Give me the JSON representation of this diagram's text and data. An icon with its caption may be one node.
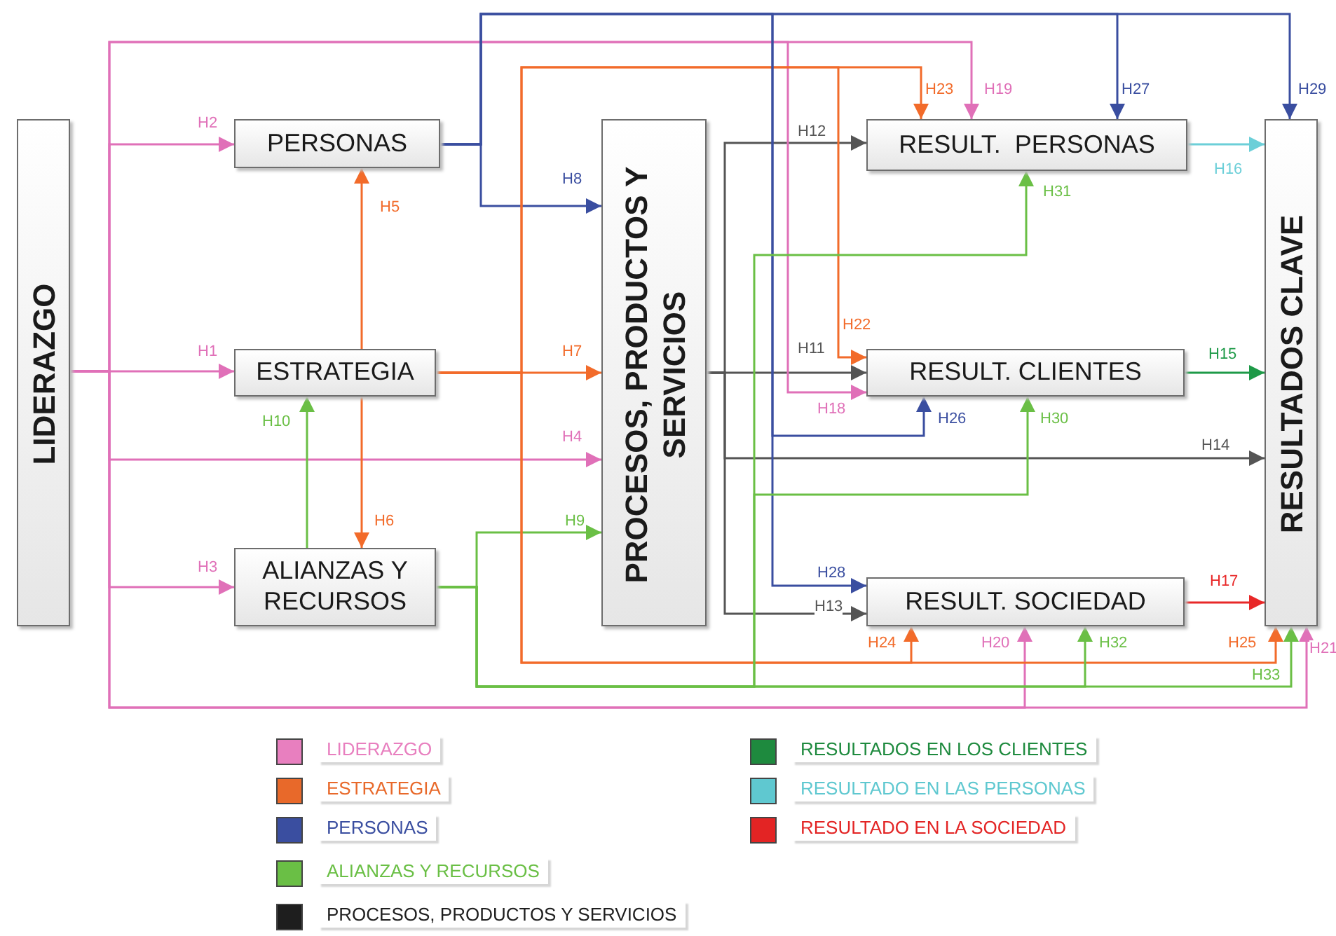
{
  "diagram": {
    "nodes": [
      {
        "text": [
          "LIDERAZGO"
        ]
      },
      {
        "text": [
          "PERSONAS"
        ]
      },
      {
        "text": [
          "ESTRATEGIA"
        ]
      },
      {
        "text": [
          "ALIANZAS Y RECURSOS"
        ]
      },
      {
        "text": [
          "PROCESOS, PRODUCTOS Y SERVICIOS"
        ]
      },
      {
        "text": [
          "RESULT.  PERSONAS"
        ]
      },
      {
        "text": [
          "RESULT. CLIENTES"
        ]
      },
      {
        "text": [
          "RESULT. SOCIEDAD"
        ]
      },
      {
        "text": [
          "RESULTADOS CLAVE"
        ]
      }
    ],
    "edges": [
      {
        "from": 0,
        "to": 2,
        "arrow": "to",
        "label": "H1",
        "color": "#e070b8"
      },
      {
        "from": 0,
        "to": 1,
        "arrow": "to",
        "label": "H2",
        "color": "#e070b8"
      },
      {
        "from": 0,
        "to": 3,
        "arrow": "to",
        "label": "H3",
        "color": "#e070b8"
      },
      {
        "from": 0,
        "to": 4,
        "arrow": "to",
        "label": "H4",
        "color": "#e070b8"
      },
      {
        "from": 2,
        "to": 1,
        "arrow": "to",
        "label": "H5",
        "color": "#f26b2a"
      },
      {
        "from": 2,
        "to": 3,
        "arrow": "to",
        "label": "H6",
        "color": "#f26b2a"
      },
      {
        "from": 2,
        "to": 4,
        "arrow": "to",
        "label": "H7",
        "color": "#f26b2a"
      },
      {
        "from": 1,
        "to": 4,
        "arrow": "to",
        "label": "H8",
        "color": "#3a4ea0"
      },
      {
        "from": 3,
        "to": 4,
        "arrow": "to",
        "label": "H9",
        "color": "#6abf45"
      },
      {
        "from": 3,
        "to": 2,
        "arrow": "to",
        "label": "H10",
        "color": "#6abf45"
      },
      {
        "from": 4,
        "to": 6,
        "arrow": "to",
        "label": "H11",
        "color": "#555555"
      },
      {
        "from": 4,
        "to": 5,
        "arrow": "to",
        "label": "H12",
        "color": "#555555"
      },
      {
        "from": 4,
        "to": 7,
        "arrow": "to",
        "label": "H13",
        "color": "#555555"
      },
      {
        "from": 4,
        "to": 8,
        "arrow": "to",
        "label": "H14",
        "color": "#555555"
      },
      {
        "from": 6,
        "to": 8,
        "arrow": "to",
        "label": "H15",
        "color": "#1e9a48"
      },
      {
        "from": 5,
        "to": 8,
        "arrow": "to",
        "label": "H16",
        "color": "#6ccfd8"
      },
      {
        "from": 7,
        "to": 8,
        "arrow": "to",
        "label": "H17",
        "color": "#e82828"
      },
      {
        "from": 0,
        "to": 6,
        "arrow": "to",
        "label": "H18",
        "color": "#e070b8"
      },
      {
        "from": 0,
        "to": 5,
        "arrow": "to",
        "label": "H19",
        "color": "#e070b8"
      },
      {
        "from": 0,
        "to": 7,
        "arrow": "to",
        "label": "H20",
        "color": "#e070b8"
      },
      {
        "from": 0,
        "to": 8,
        "arrow": "to",
        "label": "H21",
        "color": "#e070b8"
      },
      {
        "from": 2,
        "to": 6,
        "arrow": "to",
        "label": "H22",
        "color": "#f26b2a"
      },
      {
        "from": 2,
        "to": 5,
        "arrow": "to",
        "label": "H23",
        "color": "#f26b2a"
      },
      {
        "from": 2,
        "to": 7,
        "arrow": "to",
        "label": "H24",
        "color": "#f26b2a"
      },
      {
        "from": 2,
        "to": 8,
        "arrow": "to",
        "label": "H25",
        "color": "#f26b2a"
      },
      {
        "from": 1,
        "to": 6,
        "arrow": "to",
        "label": "H26",
        "color": "#3a4ea0"
      },
      {
        "from": 1,
        "to": 5,
        "arrow": "to",
        "label": "H27",
        "color": "#3a4ea0"
      },
      {
        "from": 1,
        "to": 7,
        "arrow": "to",
        "label": "H28",
        "color": "#3a4ea0"
      },
      {
        "from": 1,
        "to": 8,
        "arrow": "to",
        "label": "H29",
        "color": "#3a4ea0"
      },
      {
        "from": 3,
        "to": 6,
        "arrow": "to",
        "label": "H30",
        "color": "#6abf45"
      },
      {
        "from": 3,
        "to": 5,
        "arrow": "to",
        "label": "H31",
        "color": "#6abf45"
      },
      {
        "from": 3,
        "to": 7,
        "arrow": "to",
        "label": "H32",
        "color": "#6abf45"
      },
      {
        "from": 3,
        "to": 8,
        "arrow": "to",
        "label": "H33",
        "color": "#6abf45"
      }
    ],
    "legend": [
      {
        "text": "LIDERAZGO",
        "color": "#e87fbf"
      },
      {
        "text": "ESTRATEGIA",
        "color": "#e8692a"
      },
      {
        "text": "PERSONAS",
        "color": "#3a4ea0"
      },
      {
        "text": "ALIANZAS Y RECURSOS",
        "color": "#6abf45"
      },
      {
        "text": "PROCESOS, PRODUCTOS Y SERVICIOS",
        "color": "#1e1e1e"
      },
      {
        "text": "RESULTADOS EN LOS CLIENTES",
        "color": "#1e8a3e"
      },
      {
        "text": "RESULTADO EN LAS PERSONAS",
        "color": "#5fc8d0"
      },
      {
        "text": "RESULTADO EN LA SOCIEDAD",
        "color": "#e32424"
      }
    ]
  }
}
